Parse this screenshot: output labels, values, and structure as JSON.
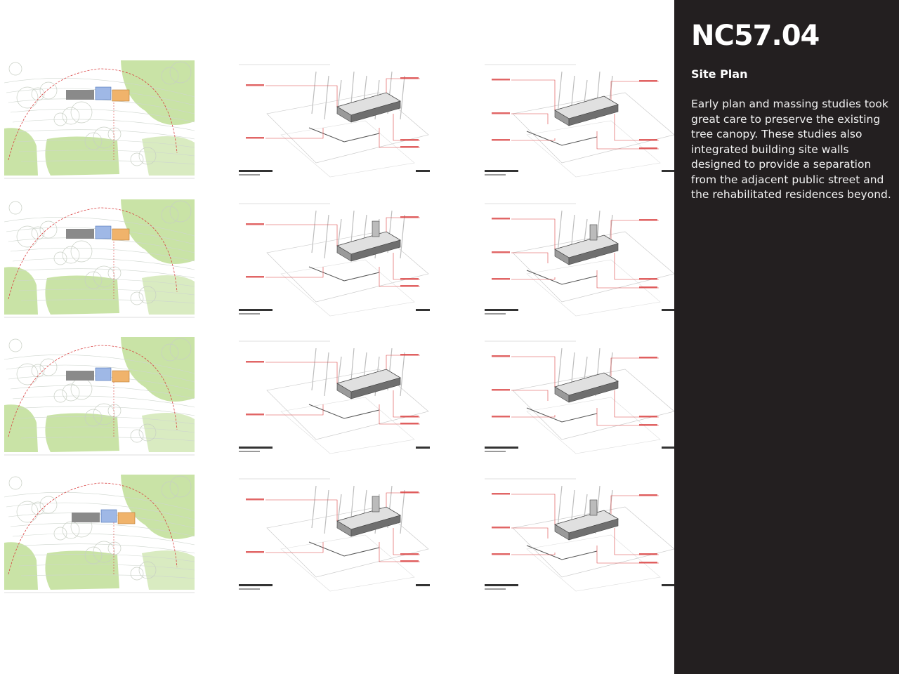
{
  "panel": {
    "code": "NC57.04",
    "heading": "Site Plan",
    "body": "Early plan and massing studies took great care to preserve the existing tree canopy.  These studies also integrated building site walls designed to provide a separation from the adjacent public street and the rehabilitated residences beyond."
  },
  "colors": {
    "panel_bg": "#231f20",
    "canopy_green": "#c9e3a6",
    "annotation_red": "#d94040",
    "building_blue": "#9fb8e6",
    "building_orange": "#f0b36b"
  }
}
